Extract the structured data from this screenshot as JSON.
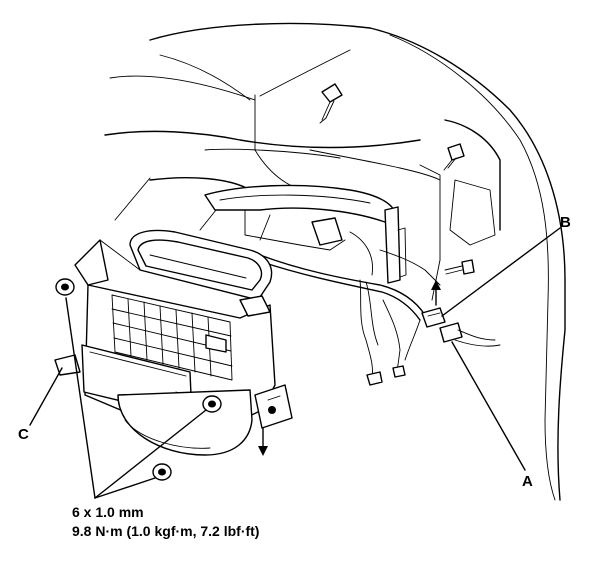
{
  "labels": {
    "a": "A",
    "b": "B",
    "c": "C"
  },
  "fastener": {
    "size": "6 x 1.0 mm",
    "torque": "9.8 N·m (1.0 kgf·m, 7.2 lbf·ft)"
  }
}
